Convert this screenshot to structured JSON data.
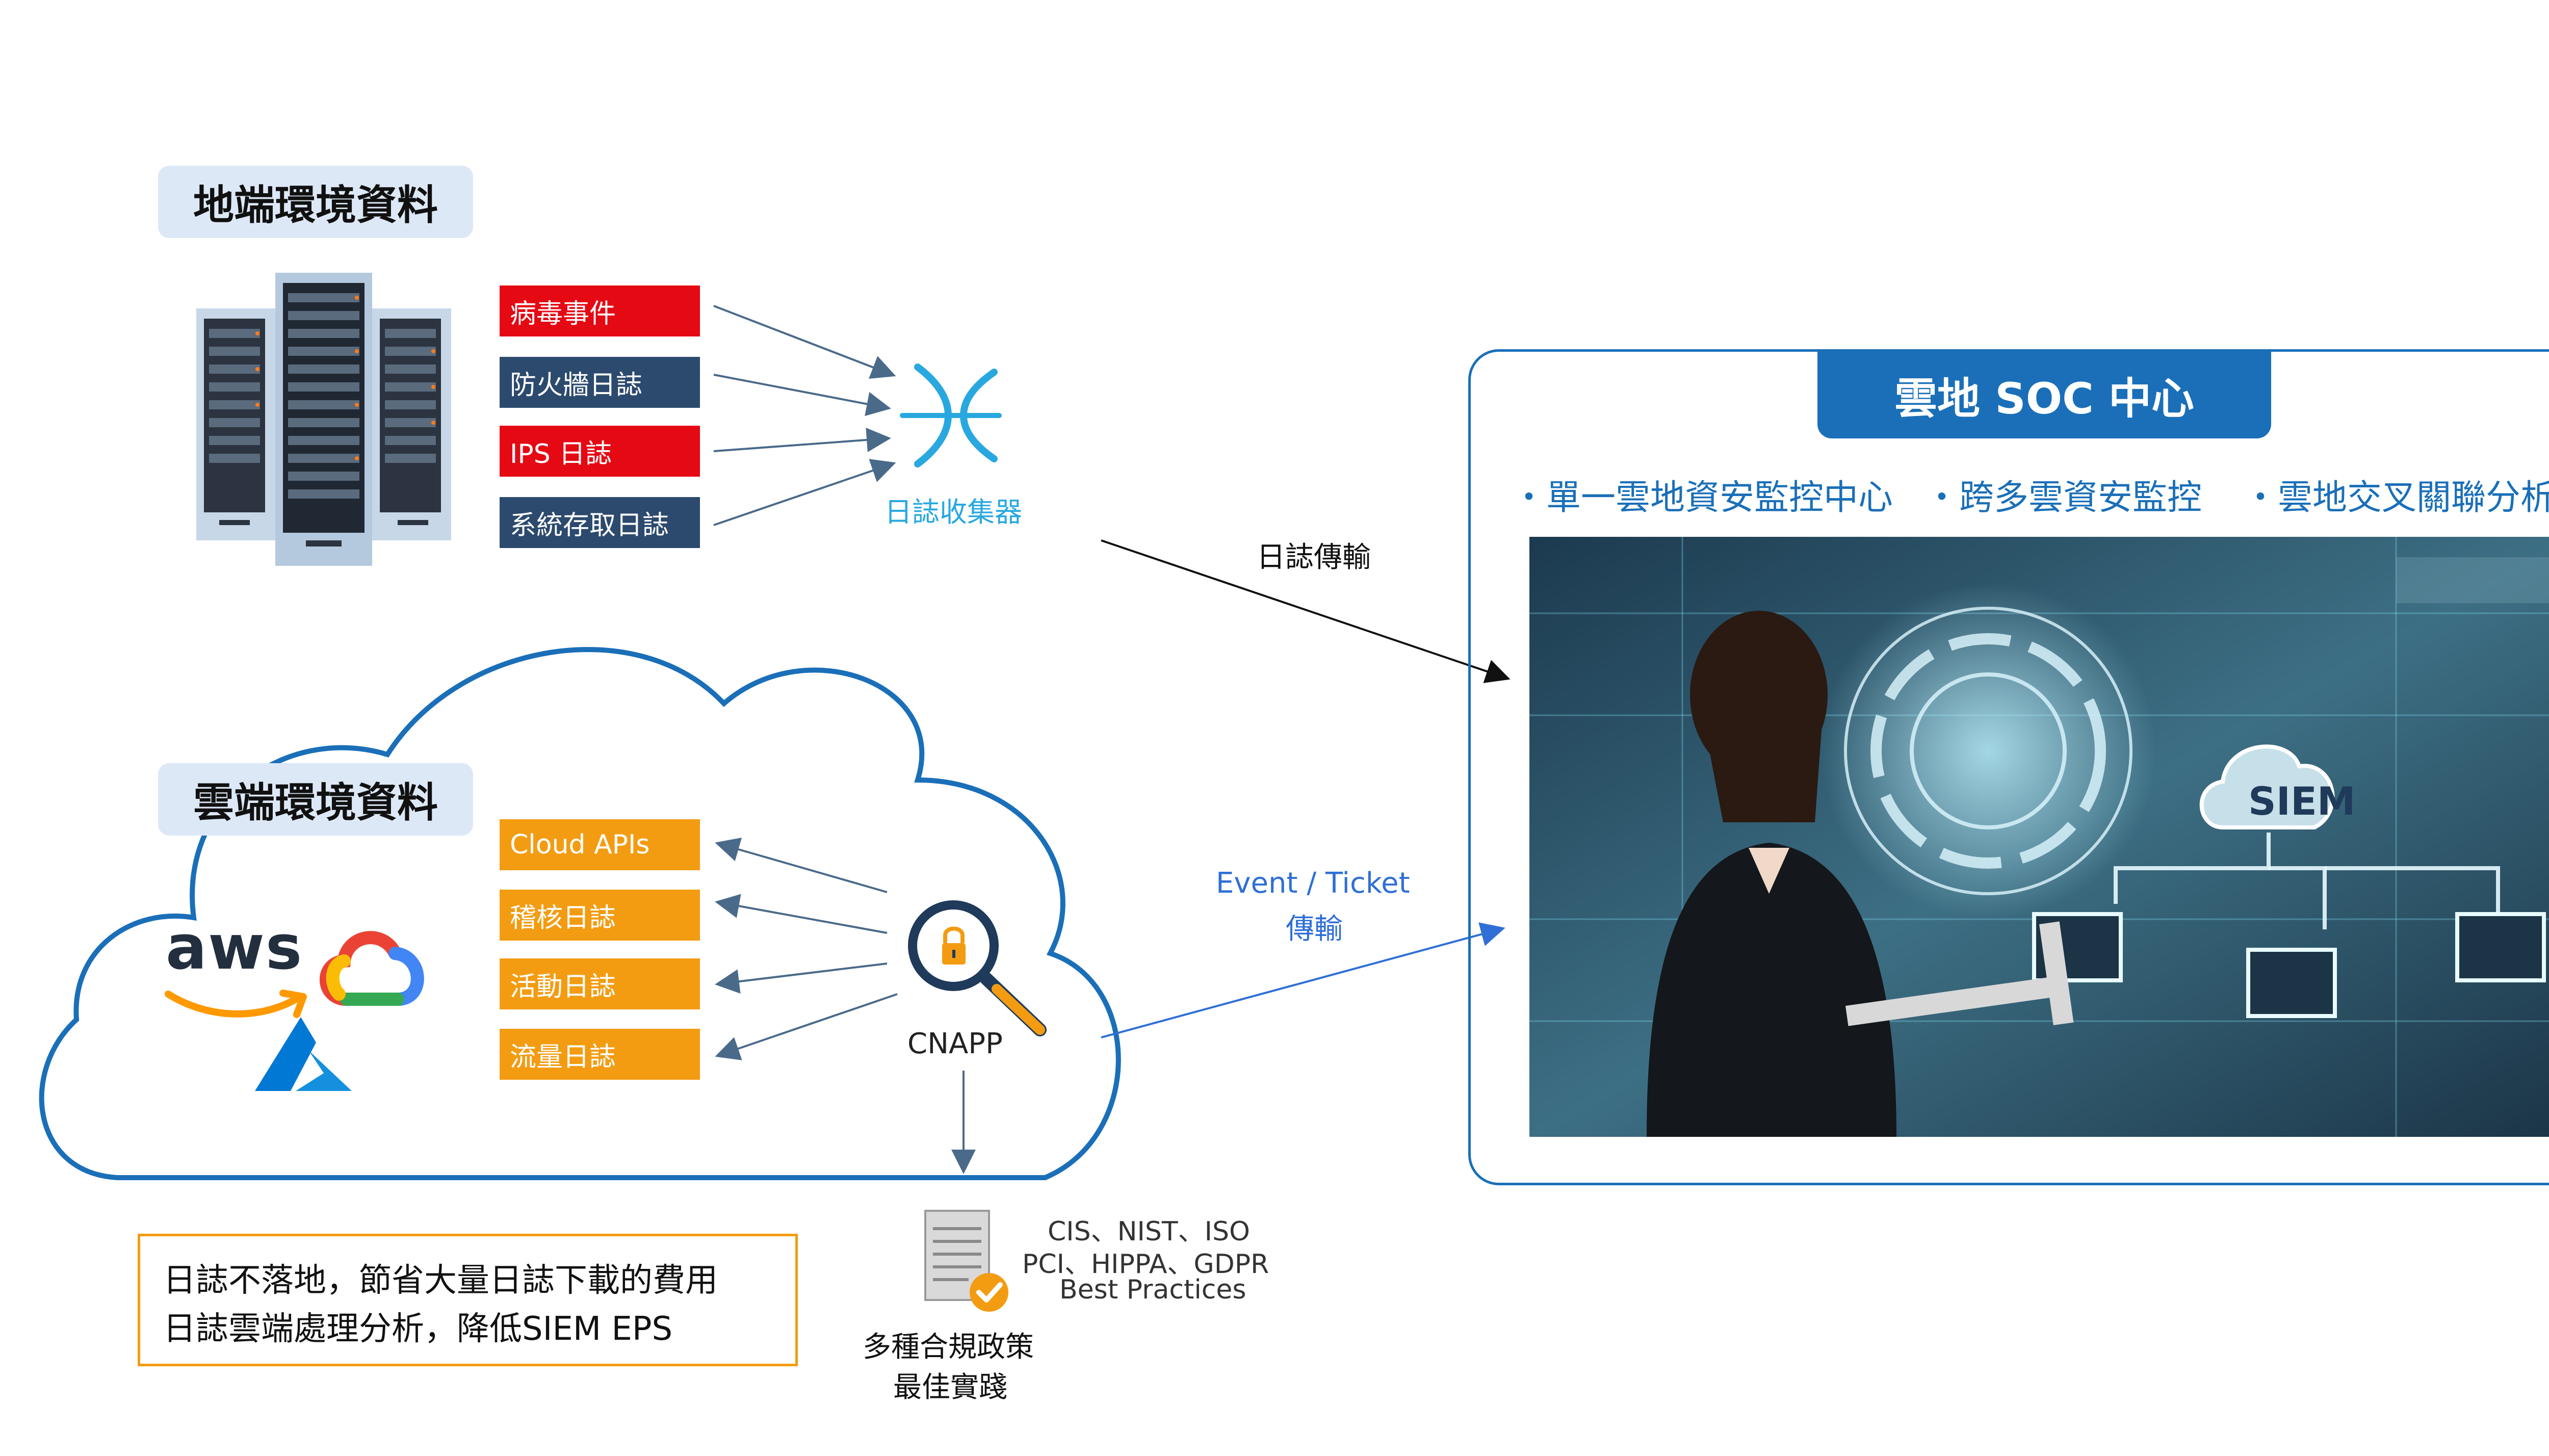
{
  "onprem": {
    "title": "地端環境資料",
    "logs": [
      "病毒事件",
      "防火牆日誌",
      "IPS 日誌",
      "系統存取日誌"
    ],
    "collector_label": "日誌收集器"
  },
  "cloud": {
    "title": "雲端環境資料",
    "logs": [
      "Cloud APIs",
      "稽核日誌",
      "活動日誌",
      "流量日誌"
    ],
    "aws_text": "aws",
    "cnapp_label": "CNAPP"
  },
  "arrows": {
    "log_transfer": "日誌傳輸",
    "event_ticket_line1": "Event / Ticket",
    "event_ticket_line2": "傳輸"
  },
  "soc": {
    "title": "雲地 SOC 中心",
    "features": [
      "・單一雲地資安監控中心",
      "・跨多雲資安監控",
      "・雲地交叉關聯分析"
    ],
    "siem_label": "SIEM"
  },
  "note": {
    "line1": "日誌不落地，節省大量日誌下載的費用",
    "line2": "日誌雲端處理分析，降低SIEM EPS"
  },
  "compliance": {
    "standards_line1": "CIS、NIST、ISO",
    "standards_line2": "PCI、HIPPA、GDPR",
    "standards_line3": "Best Practices",
    "label_line1": "多種合規政策",
    "label_line2": "最佳實踐"
  },
  "colors": {
    "red": "#e50914",
    "navy": "#2c4a6e",
    "orange": "#f39c12",
    "brand_blue": "#1a6fb8",
    "cyan": "#29a8e0",
    "event_blue": "#2f6fd6"
  }
}
